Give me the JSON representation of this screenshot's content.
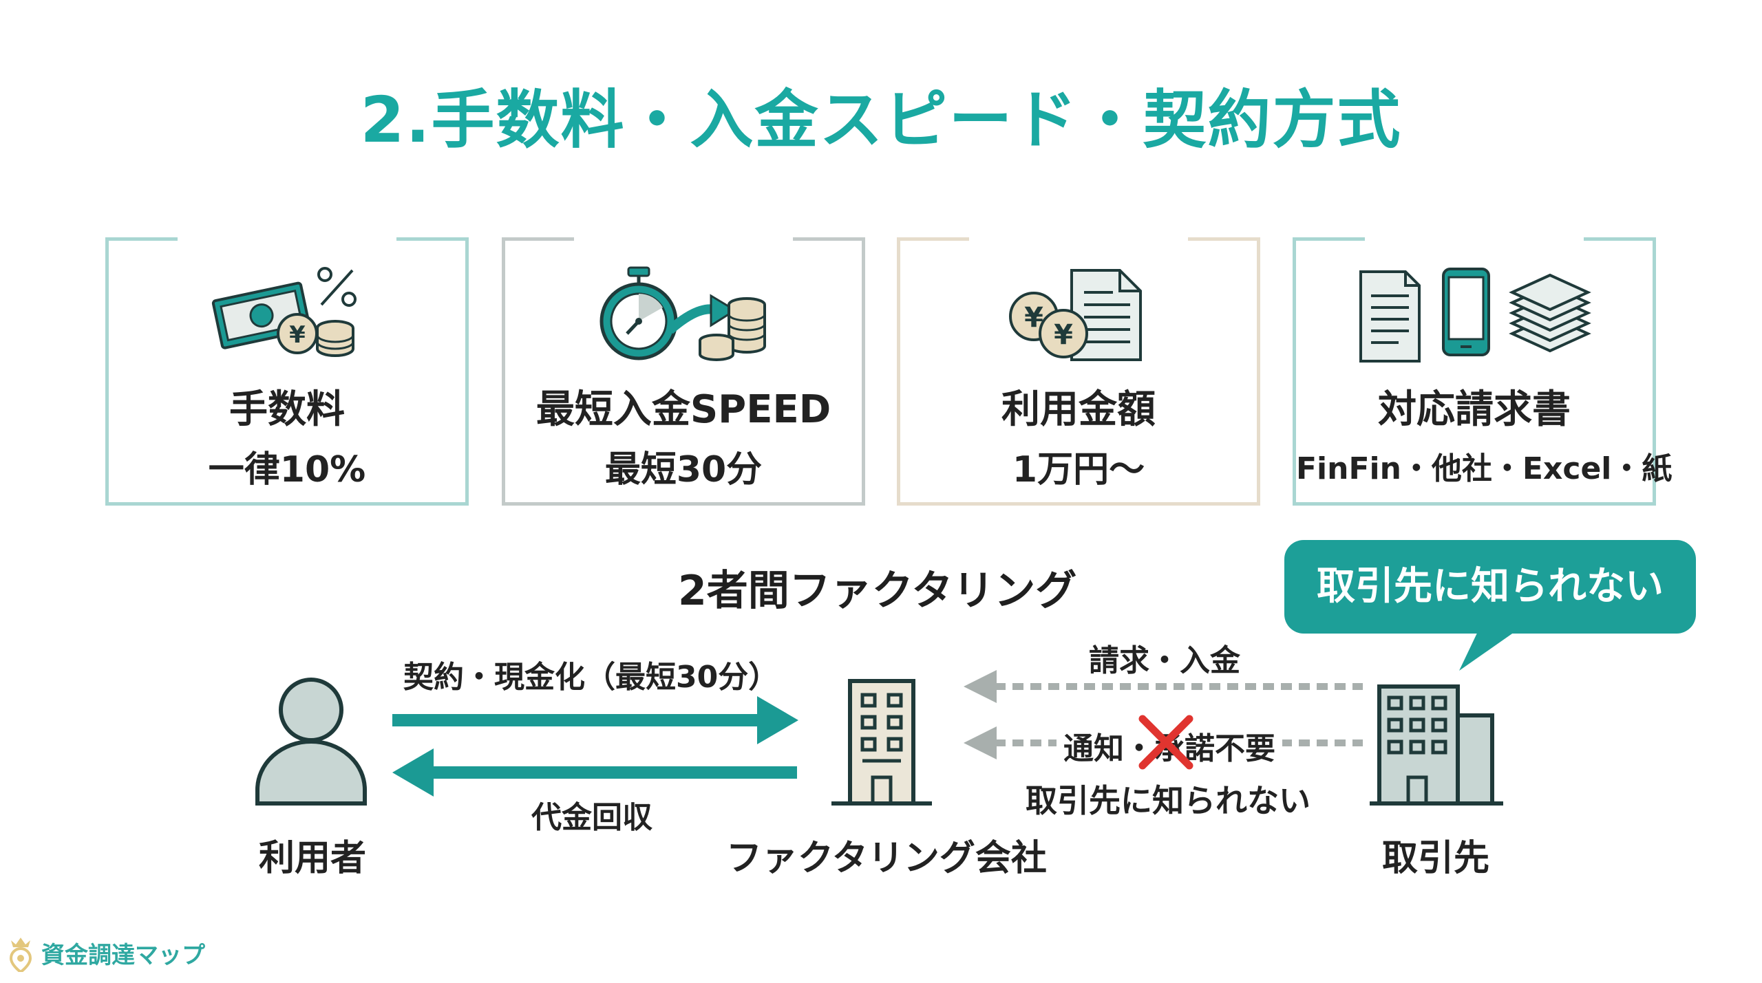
{
  "title": "2.手数料・入金スピード・契約方式",
  "cards": [
    {
      "line1": "手数料",
      "line2": "一律10%",
      "icon": "money-yen-coins-percent-icon",
      "border": "#a9d6d2"
    },
    {
      "line1": "最短入金SPEED",
      "line2": "最短30分",
      "icon": "stopwatch-arrow-coins-icon",
      "border": "#c3cac9"
    },
    {
      "line1": "利用金額",
      "line2": "1万円〜",
      "icon": "yen-coins-document-icon",
      "border": "#e6dccb"
    },
    {
      "line1": "対応請求書",
      "line2": "FinFin・他社・Excel・紙",
      "icon": "document-phone-paper-stack-icon",
      "border": "#a9d6d2"
    }
  ],
  "diagram": {
    "title": "2者間ファクタリング",
    "bubble": "取引先に知られない",
    "user_label": "利用者",
    "company_label": "ファクタリング会社",
    "client_label": "取引先",
    "arrow_contract": "契約・現金化（最短30分）",
    "arrow_collect": "代金回収",
    "arrow_invoice": "請求・入金",
    "arrow_notice": "通知・承諾不要",
    "notice_sub": "取引先に知られない"
  },
  "brand": "資金調達マップ",
  "colors": {
    "teal": "#1aa9a2",
    "teal_dark": "#17948e",
    "red": "#e0342f"
  }
}
